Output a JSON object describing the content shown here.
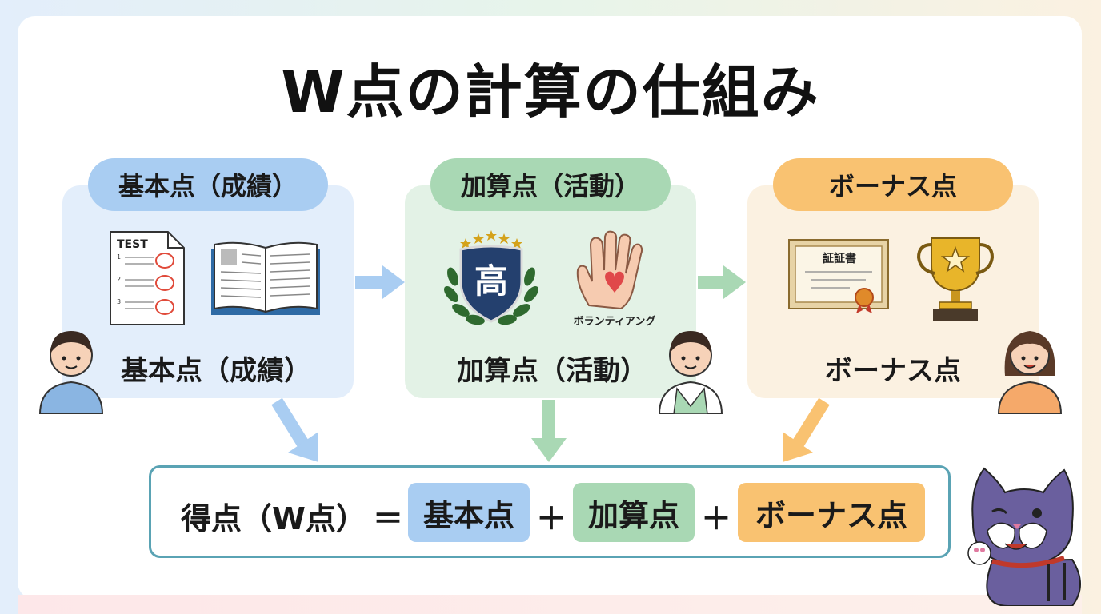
{
  "title": "W点の計算の仕組み",
  "boxes": {
    "basic": {
      "pill_label": "基本点（成績）",
      "label": "基本点（成績）",
      "test_label": "TEST",
      "test_numbers": [
        "1",
        "2",
        "3"
      ]
    },
    "added": {
      "pill_label": "加算点（活動）",
      "label": "加算点（活動）",
      "emblem_char": "高",
      "hand_caption": "ボランティアング"
    },
    "bonus": {
      "pill_label": "ボーナス点",
      "label": "ボーナス点",
      "certificate_label": "証証書"
    }
  },
  "formula": {
    "lhs": "得点（W点）",
    "equals": "＝",
    "term1": "基本点",
    "plus1": "＋",
    "term2": "加算点",
    "plus2": "＋",
    "term3": "ボーナス点"
  },
  "colors": {
    "blue": "#a9cdf2",
    "green": "#a9d8b4",
    "orange": "#f9c271",
    "formula_border": "#5aa3b4"
  },
  "icons": [
    "test-paper-icon",
    "open-book-icon",
    "school-emblem-icon",
    "volunteer-hand-icon",
    "certificate-icon",
    "trophy-icon",
    "student-boy-icon",
    "student-boy-vest-icon",
    "student-girl-icon",
    "cat-mascot-icon"
  ]
}
